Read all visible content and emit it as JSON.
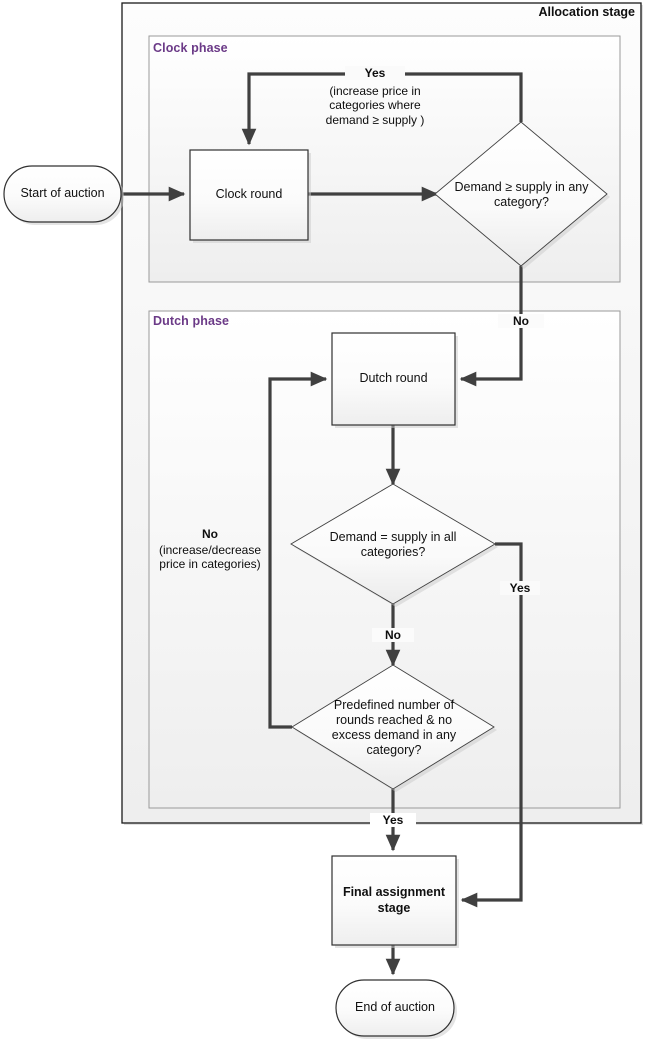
{
  "diagram": {
    "type": "flowchart",
    "title": "Allocation stage auction flowchart",
    "colors": {
      "phase_label": "#6b3a87",
      "node_fill": "#f4f4f4",
      "node_stroke": "#3f3f3f",
      "connector": "#404040",
      "shadow": "#c9c9c9"
    }
  },
  "containers": {
    "allocation_stage": {
      "label": "Allocation stage"
    },
    "clock_phase": {
      "label": "Clock phase"
    },
    "dutch_phase": {
      "label": "Dutch phase"
    }
  },
  "nodes": {
    "start": {
      "label": "Start of auction",
      "shape": "terminator"
    },
    "clock_round": {
      "label": "Clock round",
      "shape": "process"
    },
    "clock_decision": {
      "label": "Demand ≥ supply in any category?",
      "shape": "decision"
    },
    "dutch_round": {
      "label": "Dutch round",
      "shape": "process"
    },
    "dutch_decision_1": {
      "label": "Demand = supply in all categories?",
      "shape": "decision"
    },
    "dutch_decision_2": {
      "label": "Predefined number of rounds reached & no excess demand in any category?",
      "shape": "decision"
    },
    "final_assignment": {
      "label": "Final assignment stage",
      "shape": "process"
    },
    "end": {
      "label": "End of auction",
      "shape": "terminator"
    }
  },
  "edge_labels": {
    "clock_yes": "Yes",
    "clock_yes_note": "(increase price in\ncategories where\ndemand ≥ supply )",
    "clock_no": "No",
    "dutch1_yes": "Yes",
    "dutch1_no": "No",
    "dutch2_no": "No",
    "dutch2_no_note": "(increase/decrease\nprice in categories)",
    "dutch2_yes": "Yes"
  }
}
